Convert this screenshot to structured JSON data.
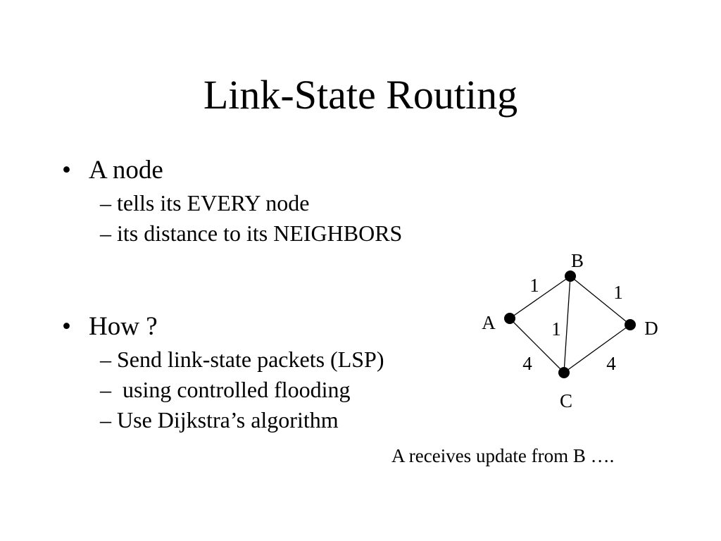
{
  "slide": {
    "title": "Link-State Routing",
    "bullets": [
      {
        "marker": "•",
        "text": "A node",
        "subs": [
          "– tells its EVERY node",
          "– its distance to its NEIGHBORS"
        ]
      },
      {
        "marker": "•",
        "text": "How ?",
        "subs": [
          "– Send link-state packets (LSP)",
          "–  using controlled flooding",
          "– Use Dijkstra’s algorithm"
        ]
      }
    ],
    "caption": "A receives update from B …."
  },
  "graph": {
    "nodes": [
      {
        "id": "A",
        "label": "A"
      },
      {
        "id": "B",
        "label": "B"
      },
      {
        "id": "C",
        "label": "C"
      },
      {
        "id": "D",
        "label": "D"
      }
    ],
    "edges": [
      {
        "from": "A",
        "to": "B",
        "weight": "1"
      },
      {
        "from": "B",
        "to": "D",
        "weight": "1"
      },
      {
        "from": "B",
        "to": "C",
        "weight": "1"
      },
      {
        "from": "A",
        "to": "C",
        "weight": "4"
      },
      {
        "from": "C",
        "to": "D",
        "weight": "4"
      }
    ]
  }
}
